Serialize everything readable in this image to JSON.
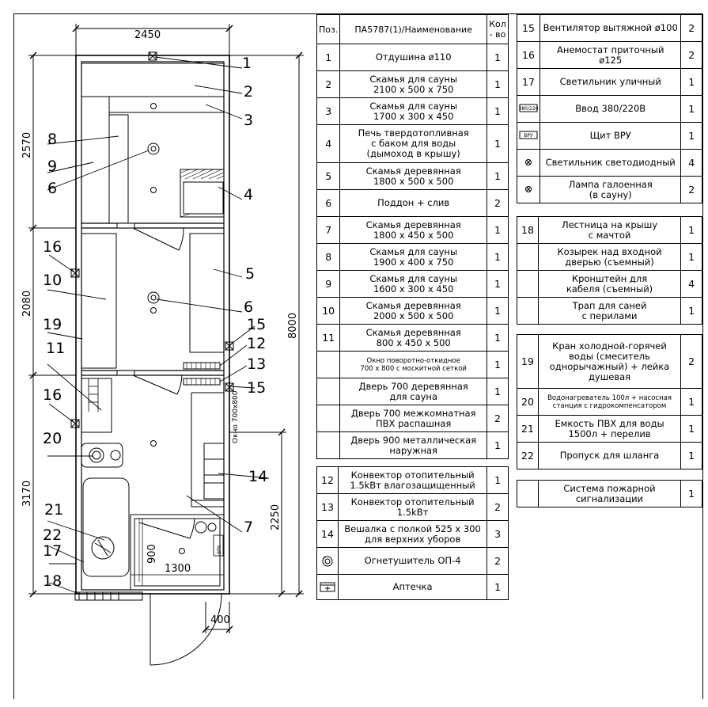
{
  "plan": {
    "dims": {
      "top": "2450",
      "left_top": "2570",
      "left_mid": "2080",
      "left_bottom": "3170",
      "right_total": "8000",
      "right_lower": "2250",
      "inner_width": "1300",
      "inner_height": "900",
      "bottom": "400",
      "window_label": "Окно 700x800",
      "vru_label": "ВРУ"
    },
    "labels": [
      "1",
      "2",
      "3",
      "4",
      "5",
      "6",
      "6",
      "7",
      "8",
      "9",
      "10",
      "11",
      "12",
      "13",
      "14",
      "15",
      "15",
      "16",
      "16",
      "17",
      "18",
      "19",
      "20",
      "21",
      "22"
    ]
  },
  "table_left": {
    "headers": {
      "pos": "Поз.",
      "name": "ПА5787(1)/Наименование",
      "qty": "Кол - во"
    },
    "rows": [
      {
        "pos": "1",
        "name": "Отдушина ø110",
        "qty": "1"
      },
      {
        "pos": "2",
        "name": "Скамья для сауны\n2100 x 500 x 750",
        "qty": "1"
      },
      {
        "pos": "3",
        "name": "Скамья для сауны\n1700 x 300 x 450",
        "qty": "1"
      },
      {
        "pos": "4",
        "name": "Печь твердотопливная\nс баком для воды\n(дымоход в крышу)",
        "qty": "1"
      },
      {
        "pos": "5",
        "name": "Скамья деревянная\n1800 x 500 x 500",
        "qty": "1"
      },
      {
        "pos": "6",
        "name": "Поддон + слив",
        "qty": "2"
      },
      {
        "pos": "7",
        "name": "Скамья деревянная\n1800 x 450 x 500",
        "qty": "1"
      },
      {
        "pos": "8",
        "name": "Скамья для сауны\n1900 x 400 x 750",
        "qty": "1"
      },
      {
        "pos": "9",
        "name": "Скамья для сауны\n1600 x 300 x 450",
        "qty": "1"
      },
      {
        "pos": "10",
        "name": "Скамья деревянная\n2000 x 500 x 500",
        "qty": "1"
      },
      {
        "pos": "11",
        "name": "Скамья деревянная\n800 x 450 x 500",
        "qty": "1"
      },
      {
        "pos": "",
        "name": "Окно поворотно-откидное\n700 x 800 с москитной сеткой",
        "qty": "1",
        "small": true
      },
      {
        "pos": "",
        "name": "Дверь 700 деревянная\nдля сауна",
        "qty": "1"
      },
      {
        "pos": "",
        "name": "Дверь 700 межкомнатная\nПВХ распашная",
        "qty": "2"
      },
      {
        "pos": "",
        "name": "Дверь 900 металлическая\nнаружная",
        "qty": "1"
      }
    ]
  },
  "table_left2": {
    "rows": [
      {
        "pos": "12",
        "name": "Конвектор отопительный\n1.5kBт влагозащищенный",
        "qty": "1"
      },
      {
        "pos": "13",
        "name": "Конвектор отопительный\n1.5kBт",
        "qty": "2"
      },
      {
        "pos": "14",
        "name": "Вешалка с полкой 525 x 300\nдля верхних уборов",
        "qty": "3"
      },
      {
        "pos": "",
        "name": "Огнетушитель ОП-4",
        "qty": "2",
        "icon": "fire-extinguisher-icon"
      },
      {
        "pos": "",
        "name": "Аптечка",
        "qty": "1",
        "icon": "first-aid-kit-icon"
      }
    ]
  },
  "table_right": {
    "rows": [
      {
        "pos": "15",
        "name": "Вентилятор вытяжной ø100",
        "qty": "2"
      },
      {
        "pos": "16",
        "name": "Анемостат приточный\nø125",
        "qty": "2"
      },
      {
        "pos": "17",
        "name": "Светильник уличный",
        "qty": "1"
      },
      {
        "pos": "",
        "name": "Ввод 380/220В",
        "qty": "1",
        "icon": "power-input-icon",
        "sym": "380/220"
      },
      {
        "pos": "",
        "name": "Щит ВРУ",
        "qty": "1",
        "icon": "vru-panel-icon",
        "sym": "ВРУ"
      },
      {
        "pos": "",
        "name": "Светильник светодиодный",
        "qty": "4",
        "icon": "led-light-icon"
      },
      {
        "pos": "",
        "name": "Лампа галоенная\n(в сауну)",
        "qty": "2",
        "icon": "halogen-lamp-icon"
      }
    ]
  },
  "table_right2": {
    "rows": [
      {
        "pos": "18",
        "name": "Лестница на крышу\nс мачтой",
        "qty": "1"
      },
      {
        "pos": "",
        "name": "Козырек над входной\nдверью (съемный)",
        "qty": "1"
      },
      {
        "pos": "",
        "name": "Кронштейн для\nкабеля (съемный)",
        "qty": "4"
      },
      {
        "pos": "",
        "name": "Трап для саней\nс перилами",
        "qty": "1"
      }
    ]
  },
  "table_right3": {
    "rows": [
      {
        "pos": "19",
        "name": "Кран холодной-горячей\nводы (смеситель\nоднорычажный) + лейка\nдушевая",
        "qty": "2"
      },
      {
        "pos": "20",
        "name": "Водонагреватель 100л + насосная\nстанция с гидрокомпенсатором",
        "qty": "1",
        "small": true
      },
      {
        "pos": "21",
        "name": "Емкость ПВХ для воды\n1500л + перелив",
        "qty": "1"
      },
      {
        "pos": "22",
        "name": "Пропуск для шланга",
        "qty": "1"
      }
    ]
  },
  "table_right4": {
    "rows": [
      {
        "pos": "",
        "name": "Система пожарной\nсигнализации",
        "qty": "1"
      }
    ]
  }
}
